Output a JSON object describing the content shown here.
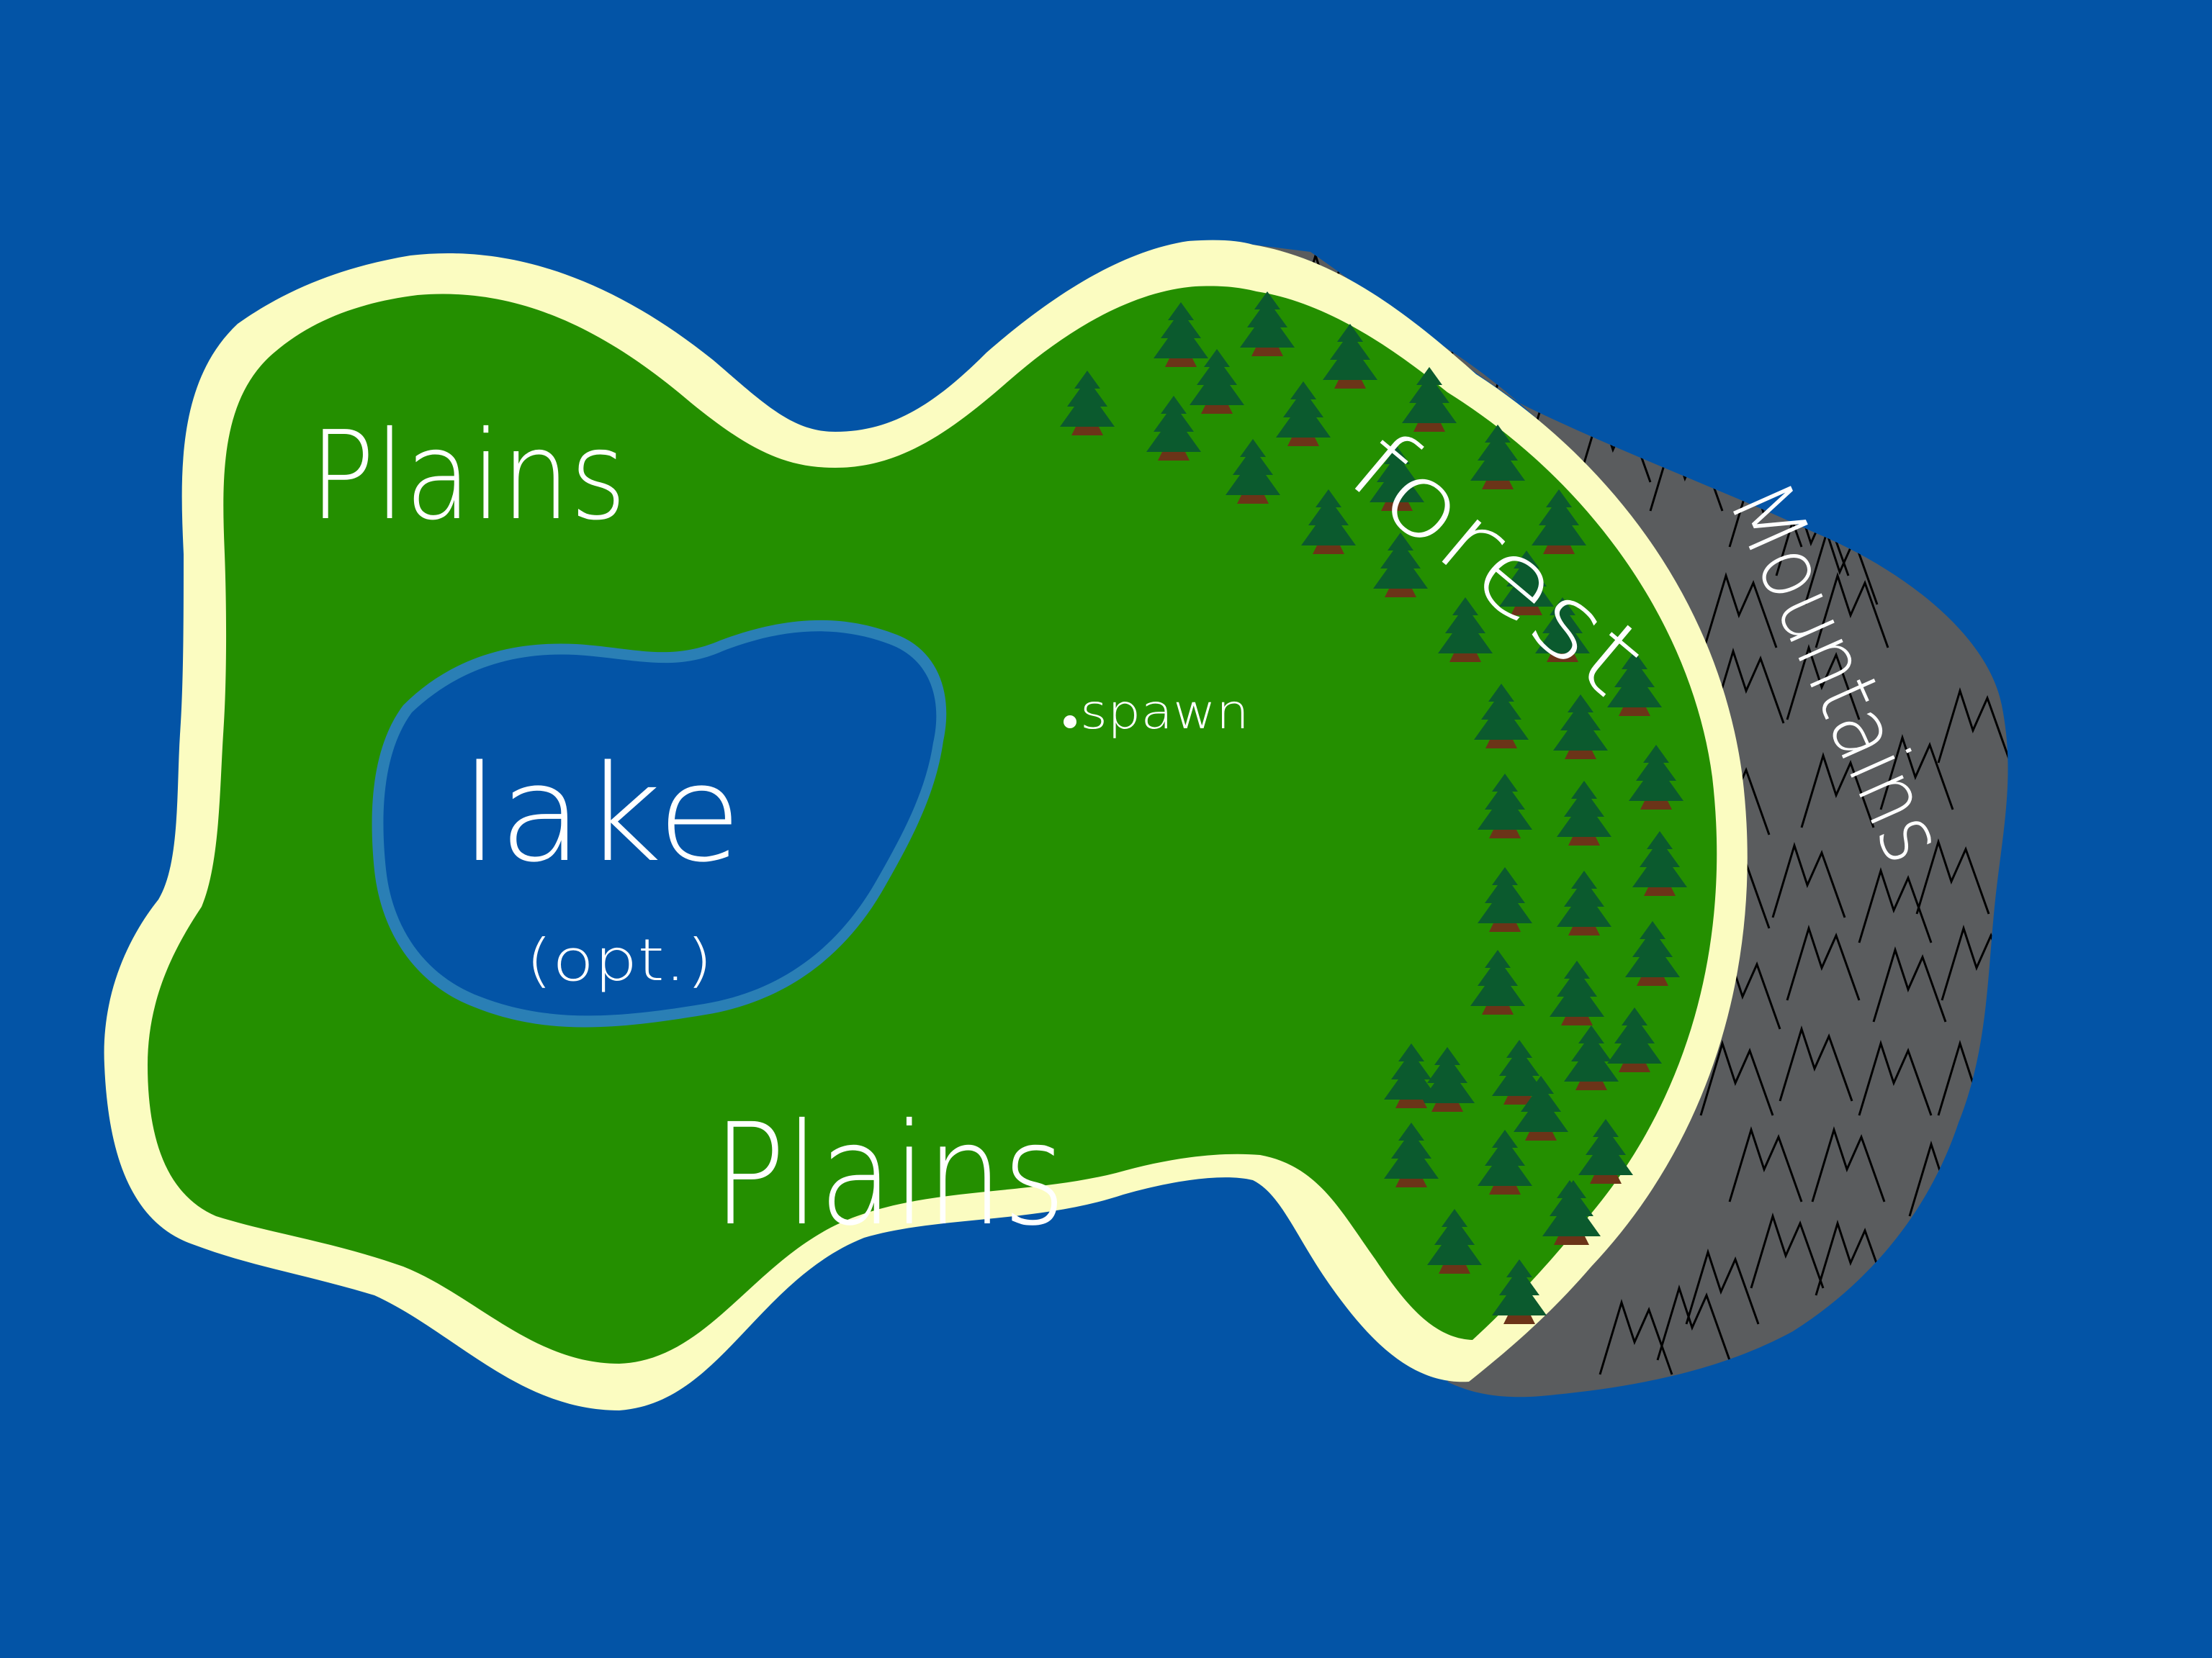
{
  "map": {
    "colors": {
      "ocean": "#0354a6",
      "beach": "#fbfcc1",
      "grass": "#248f00",
      "lake": "#0354a6",
      "lake_shore": "#2a7fb5",
      "mountain_rock": "#5a5c5e",
      "mountain_lines": "#000000",
      "tree_foliage": "#0b5a2e",
      "tree_trunk": "#6b3418",
      "label": "#ffffff"
    },
    "labels": {
      "plains_north": "Plains",
      "plains_south": "Plains",
      "lake": "lake",
      "lake_note": "(opt.)",
      "spawn": "spawn",
      "forest": "forest",
      "mountains": "Mountains"
    },
    "icons": {
      "tree": "pine-tree-icon",
      "mountain": "mountain-peak-icon",
      "spawn_marker": "dot-icon"
    }
  }
}
